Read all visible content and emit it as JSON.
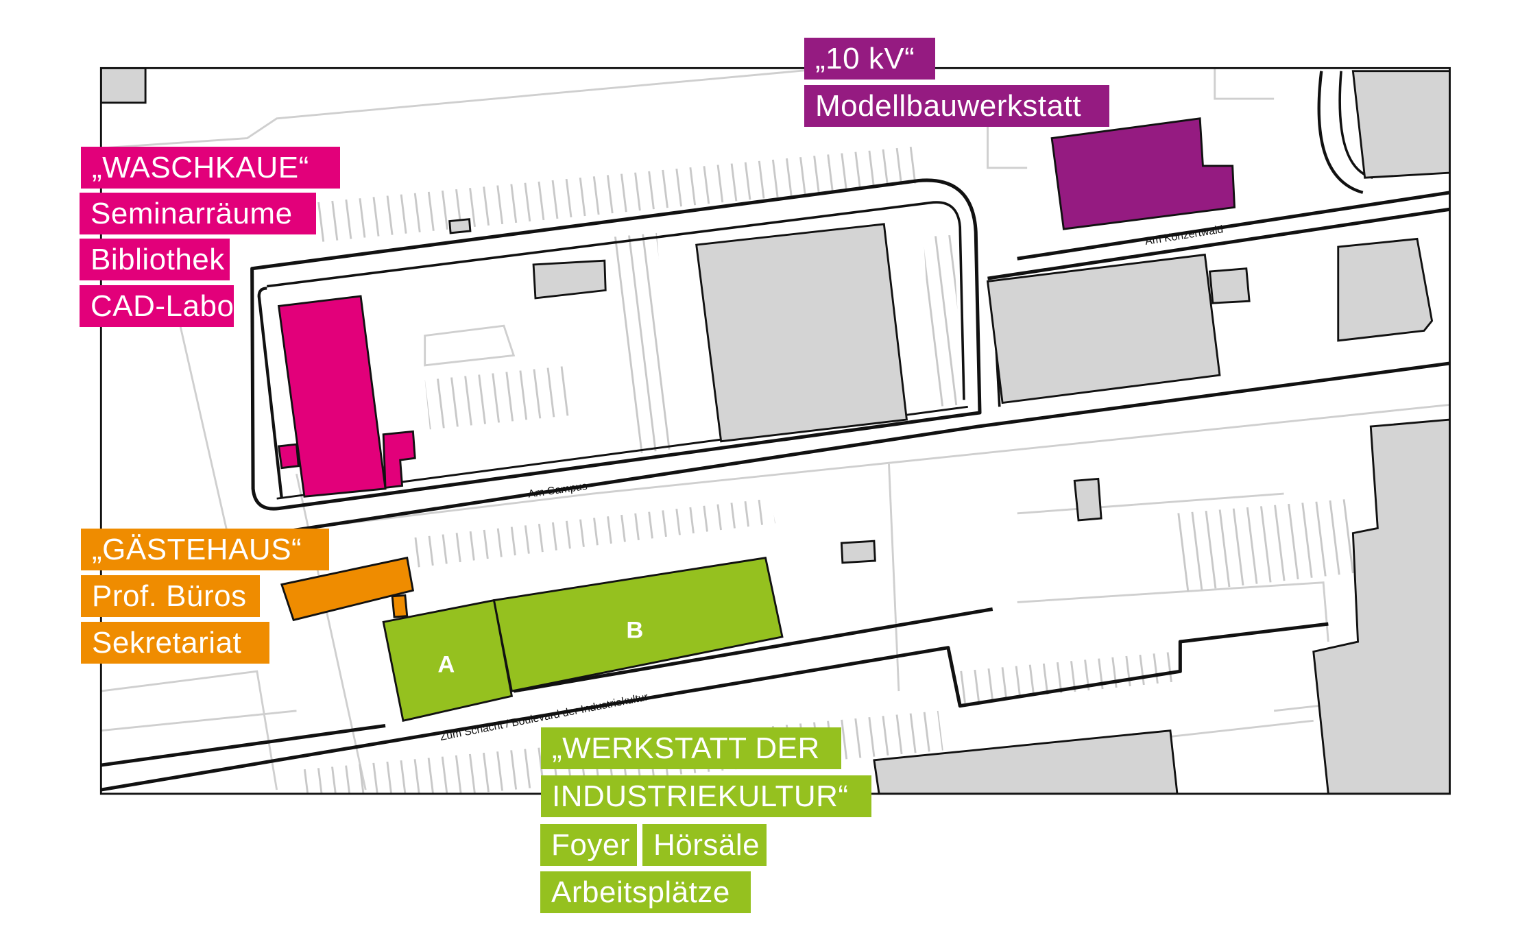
{
  "colors": {
    "waschkaue": "#e2007a",
    "zehn_kv": "#951b81",
    "gaestehaus": "#ef8c00",
    "werkstatt": "#95c11f",
    "building_gray": "#d4d4d4"
  },
  "streets": {
    "am_campus": "Am Campus",
    "am_konzertwald": "Am Konzertwald",
    "zum_schacht": "Zum Schacht / Boulevard der Industriekultur"
  },
  "building_labels": {
    "a": "A",
    "b": "B"
  },
  "callouts": {
    "waschkaue": {
      "title": "„WASCHKAUE“",
      "items": [
        "Seminarräume",
        "Bibliothek",
        "CAD-Labor"
      ]
    },
    "zehn_kv": {
      "title": "„10 kV“",
      "items": [
        "Modellbauwerkstatt"
      ]
    },
    "gaestehaus": {
      "title": "„GÄSTEHAUS“",
      "items": [
        "Prof. Büros",
        "Sekretariat"
      ]
    },
    "werkstatt": {
      "title_line1": "„WERKSTATT DER",
      "title_line2": "INDUSTRIEKULTUR“",
      "items": [
        "Foyer",
        "Hörsäle",
        "Arbeitsplätze"
      ]
    }
  }
}
